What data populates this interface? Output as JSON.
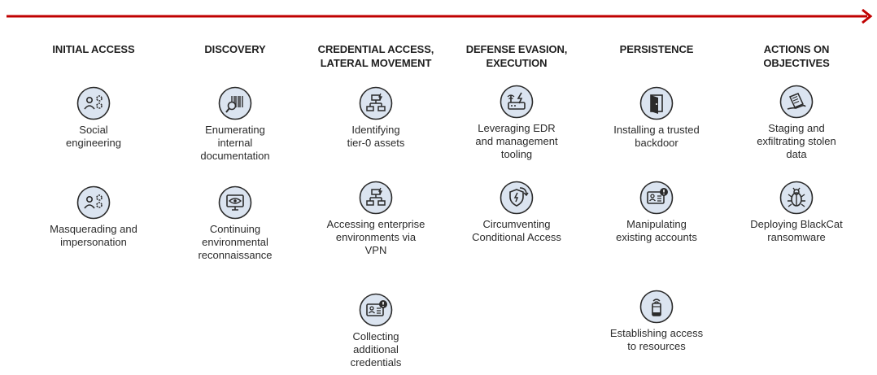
{
  "stages": [
    {
      "title": "INITIAL ACCESS",
      "steps": [
        {
          "icon": "people-gear-icon",
          "label": "Social\nengineering"
        },
        {
          "icon": "people-gear-icon",
          "label": "Masquerading and\nimpersonation"
        }
      ]
    },
    {
      "title": "DISCOVERY",
      "steps": [
        {
          "icon": "barcode-magnifier-icon",
          "label": "Enumerating\ninternal\ndocumentation"
        },
        {
          "icon": "monitor-eye-icon",
          "label": "Continuing\nenvironmental\nreconnaissance"
        }
      ]
    },
    {
      "title": "CREDENTIAL ACCESS,\nLATERAL MOVEMENT",
      "steps": [
        {
          "icon": "network-hierarchy-icon",
          "label": "Identifying\ntier-0 assets"
        },
        {
          "icon": "network-hierarchy-icon",
          "label": "Accessing enterprise\nenvironments via\nVPN"
        },
        {
          "icon": "id-card-alert-icon",
          "label": "Collecting\nadditional\ncredentials"
        }
      ]
    },
    {
      "title": "DEFENSE EVASION,\nEXECUTION",
      "steps": [
        {
          "icon": "router-bolt-icon",
          "label": "Leveraging EDR\nand management\ntooling"
        },
        {
          "icon": "shield-bolt-icon",
          "label": "Circumventing\nConditional Access"
        }
      ]
    },
    {
      "title": "PERSISTENCE",
      "steps": [
        {
          "icon": "open-door-icon",
          "label": "Installing a trusted\nbackdoor"
        },
        {
          "icon": "id-card-alert-icon",
          "label": "Manipulating\nexisting accounts"
        },
        {
          "icon": "phone-wifi-icon",
          "label": "Establishing access\nto resources"
        }
      ]
    },
    {
      "title": "ACTIONS ON\nOBJECTIVES",
      "steps": [
        {
          "icon": "hand-document-icon",
          "label": "Staging and\nexfiltrating stolen\ndata"
        },
        {
          "icon": "bug-icon",
          "label": "Deploying BlackCat\nransomware"
        }
      ]
    }
  ],
  "colors": {
    "arrow": "#c00000",
    "icon_fill": "#dbe4f0",
    "icon_stroke": "#2b2b2b"
  }
}
